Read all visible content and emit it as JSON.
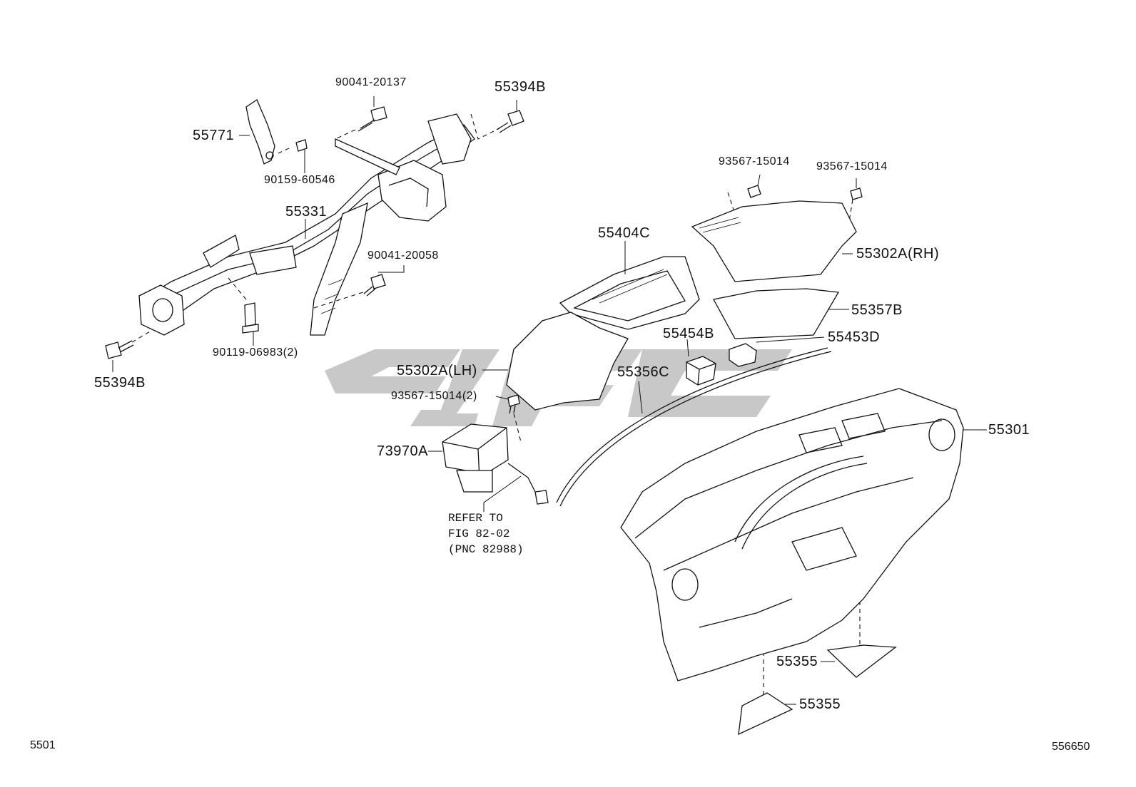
{
  "diagram": {
    "watermark_color": "#c8c8c8",
    "labels": {
      "l_90041_20137": "90041-20137",
      "l_55394b_top": "55394B",
      "l_55771": "55771",
      "l_90159_60546": "90159-60546",
      "l_55331": "55331",
      "l_90041_20058": "90041-20058",
      "l_90119_06983": "90119-06983(2)",
      "l_55394b_left": "55394B",
      "l_93567_15014_a": "93567-15014",
      "l_93567_15014_b": "93567-15014",
      "l_55302a_rh": "55302A(RH)",
      "l_55404c": "55404C",
      "l_55357b": "55357B",
      "l_55454b": "55454B",
      "l_55453d": "55453D",
      "l_55302a_lh": "55302A(LH)",
      "l_55356c": "55356C",
      "l_93567_15014_2": "93567-15014(2)",
      "l_73970a": "73970A",
      "l_55301": "55301",
      "l_55355_a": "55355",
      "l_55355_b": "55355"
    },
    "reference_note": {
      "line1": "REFER TO",
      "line2": "FIG 82-02",
      "line3": "(PNC 82988)"
    },
    "footer": {
      "left_code": "5501",
      "right_code": "556650"
    }
  }
}
